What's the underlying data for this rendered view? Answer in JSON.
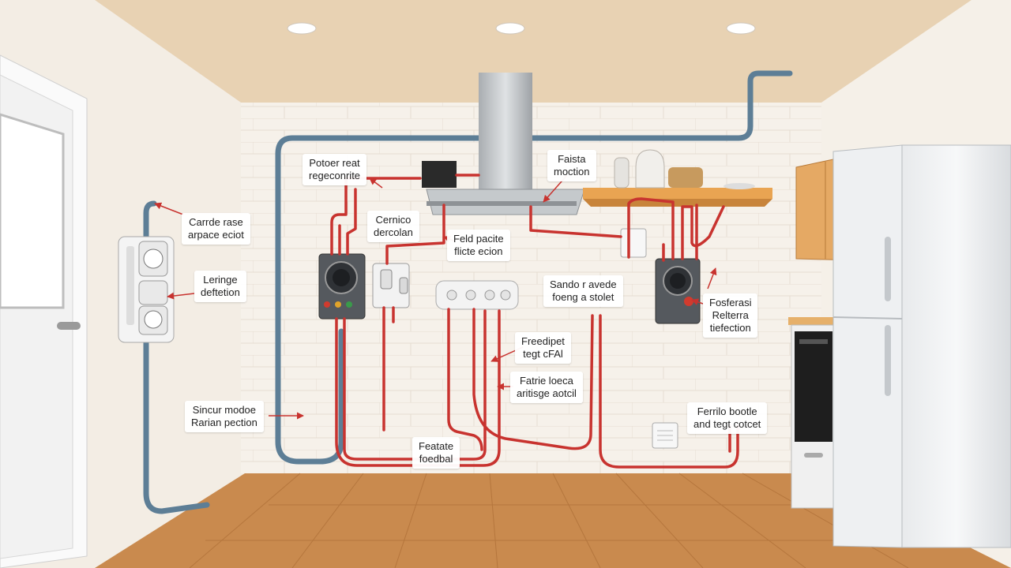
{
  "title": "Kitchen electrical wiring diagram",
  "colors": {
    "wire_red": "#c8332f",
    "conduit_blue": "#5d7e96",
    "wall": "#f4eee6",
    "floor": "#c98a4e",
    "ceiling": "#e8d2b3",
    "cabinet": "#e5a964"
  },
  "icons": {
    "ceiling_light": "ceiling-light-icon",
    "range_hood": "range-hood-icon",
    "breaker_panel": "breaker-panel-icon",
    "outlet": "outlet-icon",
    "switch": "switch-icon",
    "junction_box": "junction-box-icon",
    "refrigerator": "refrigerator-icon",
    "oven": "oven-icon"
  },
  "labels": {
    "l01": {
      "line1": "Potoer reat",
      "line2": "regeconrite"
    },
    "l02": {
      "line1": "Faista",
      "line2": "moction"
    },
    "l03": {
      "line1": "Carrde rase",
      "line2": "arpace eciot"
    },
    "l04": {
      "line1": "Cernico",
      "line2": "dercolan"
    },
    "l05": {
      "line1": "Feld pacite",
      "line2": "flicte ecion"
    },
    "l06": {
      "line1": "Leringe",
      "line2": "deftetion"
    },
    "l07": {
      "line1": "Sando r avede",
      "line2": "foeng a stolet"
    },
    "l08": {
      "line1": "Fosferasi",
      "line2": "Relterra",
      "line3": "tiefection"
    },
    "l09": {
      "line1": "Freedipet",
      "line2": "tegt cFAl"
    },
    "l10": {
      "line1": "Fatrie loeca",
      "line2": "aritisge aotcil"
    },
    "l11": {
      "line1": "Sincur modoe",
      "line2": "Rarian pection"
    },
    "l12": {
      "line1": "Ferrilo bootle",
      "line2": "and tegt cotcet"
    },
    "l13": {
      "line1": "Featate",
      "line2": "foedbal"
    }
  }
}
